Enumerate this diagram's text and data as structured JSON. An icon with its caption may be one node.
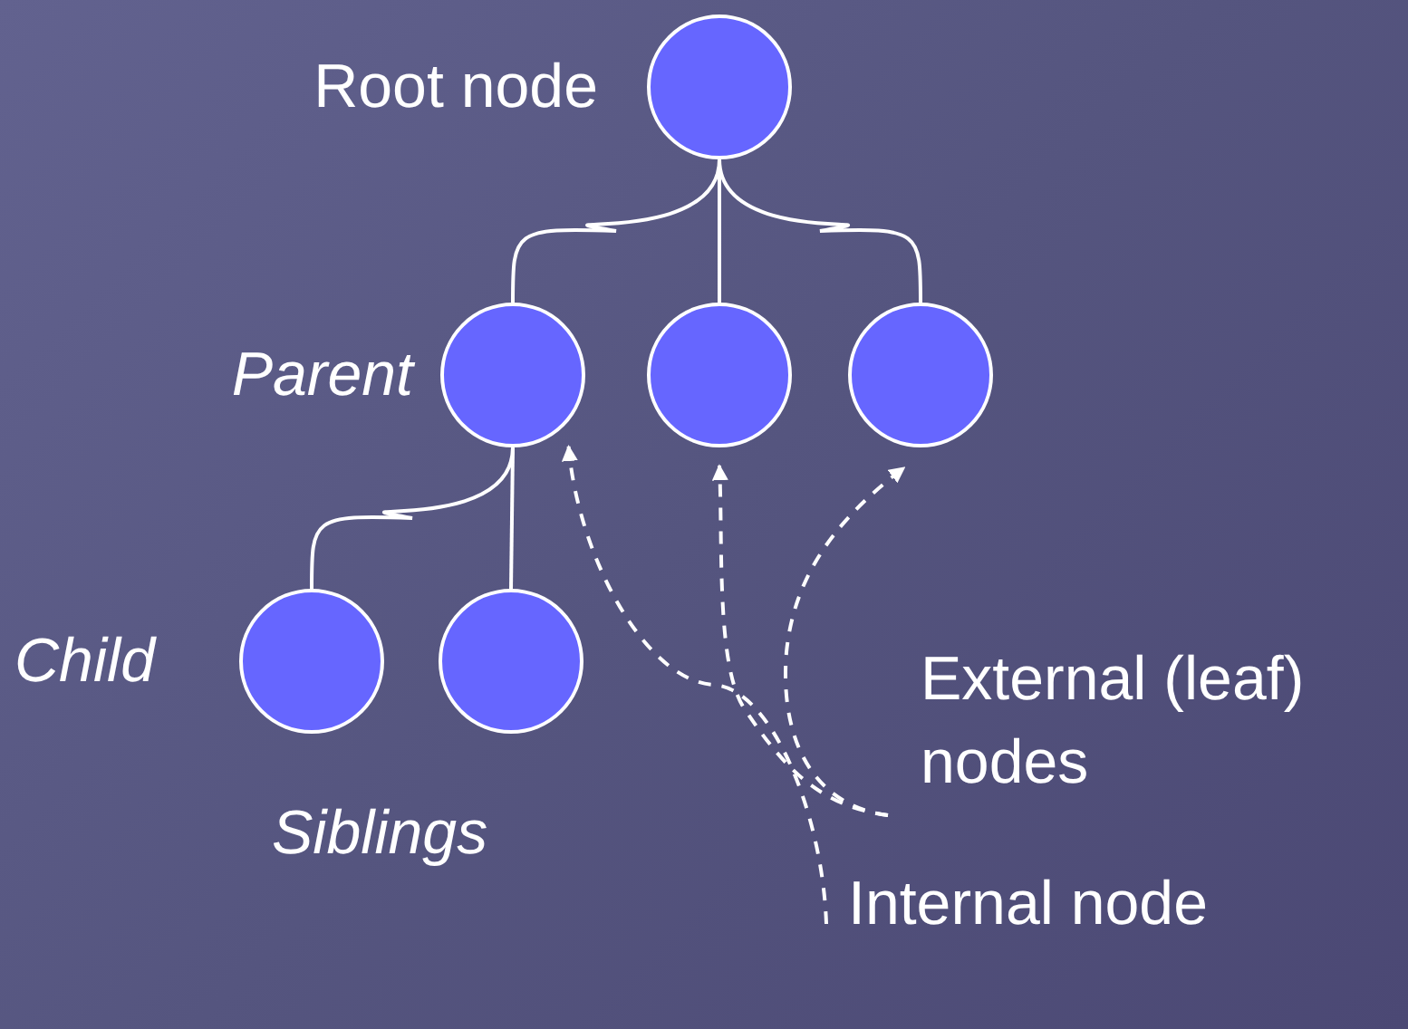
{
  "diagram": {
    "nodes": [
      {
        "text": [],
        "shape": "circle",
        "beside": [
          "Root node"
        ]
      },
      {
        "text": [],
        "shape": "circle",
        "beside": [
          "Parent"
        ]
      },
      {
        "text": [],
        "shape": "circle"
      },
      {
        "text": [],
        "shape": "circle"
      },
      {
        "text": [],
        "shape": "circle",
        "beside": [
          "Child"
        ]
      },
      {
        "text": [],
        "shape": "circle"
      },
      {
        "text": [
          "External (leaf) nodes"
        ]
      },
      {
        "text": [
          "Internal node"
        ]
      }
    ],
    "edges": [
      {
        "from": 0,
        "to": 1,
        "arrow": "none"
      },
      {
        "from": 0,
        "to": 2,
        "arrow": "none"
      },
      {
        "from": 0,
        "to": 3,
        "arrow": "none"
      },
      {
        "from": 1,
        "to": 4,
        "arrow": "none"
      },
      {
        "from": 1,
        "to": 5,
        "arrow": "none"
      },
      {
        "from": 7,
        "to": 1,
        "arrow": "to",
        "style": "dashed"
      },
      {
        "from": 6,
        "to": 2,
        "arrow": "to",
        "style": "dashed"
      },
      {
        "from": 6,
        "to": 3,
        "arrow": "to",
        "style": "dashed"
      }
    ],
    "labels": [
      "Siblings"
    ]
  }
}
